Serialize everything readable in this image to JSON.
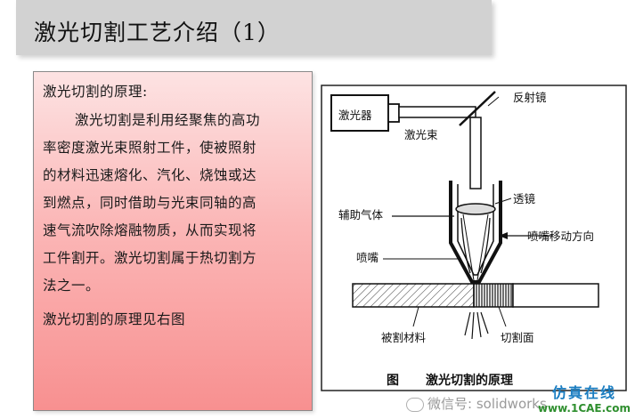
{
  "title": "激光切割工艺介绍（1）",
  "text_box": {
    "heading": "激光切割的原理:",
    "paragraph_lines": [
      "激光切割是利用经聚焦的高功",
      "率密度激光束照射工件，使被照射",
      "的材料迅速熔化、汽化、烧蚀或达",
      "到燃点，同时借助与光束同轴的高",
      "速气流吹除熔融物质，从而实现将",
      "工件割开。激光切割属于热切割方",
      "法之一。"
    ],
    "note": "激光切割的原理见右图"
  },
  "diagram": {
    "labels": {
      "reflector": "反射镜",
      "laser": "激光器",
      "beam": "激光束",
      "lens": "透镜",
      "assist_gas": "辅助气体",
      "nozzle_direction": "喷嘴移动方向",
      "nozzle": "喷嘴",
      "material": "被割材料",
      "cut_face": "切割面"
    },
    "caption_prefix": "图",
    "caption": "激光切割的原理"
  },
  "footer": {
    "wechat": "微信号: solidworks"
  },
  "logo": {
    "line1": "仿真在线",
    "line2": "www.1CAE.com"
  }
}
